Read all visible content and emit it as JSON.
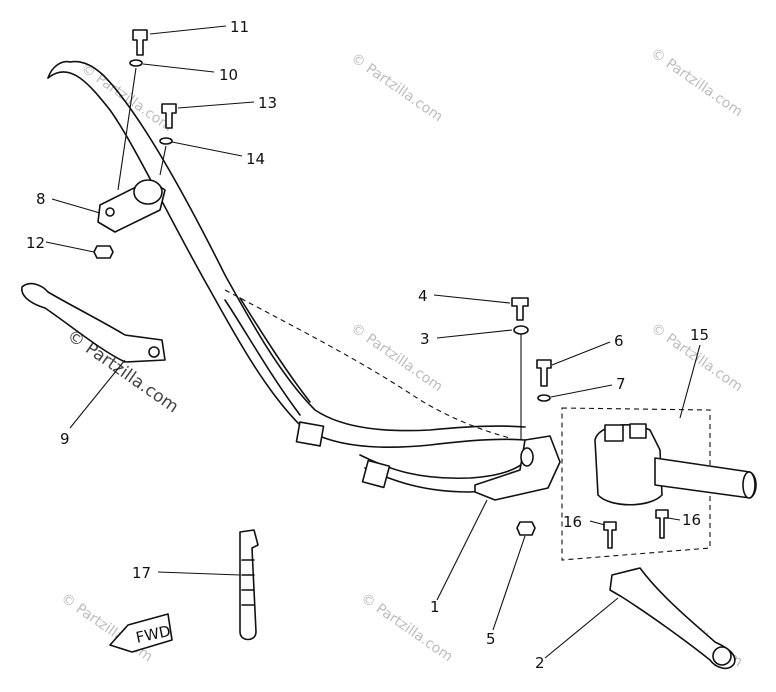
{
  "callouts": {
    "c1": "1",
    "c2": "2",
    "c3": "3",
    "c4": "4",
    "c5": "5",
    "c6": "6",
    "c7": "7",
    "c8": "8",
    "c9": "9",
    "c10": "10",
    "c11": "11",
    "c12": "12",
    "c13": "13",
    "c14": "14",
    "c15": "15",
    "c16a": "16",
    "c16b": "16",
    "c17": "17"
  },
  "fwd_mark": "FWD",
  "watermark": {
    "text": "© Partzilla.com",
    "text_large": "© Partzilla.com"
  }
}
